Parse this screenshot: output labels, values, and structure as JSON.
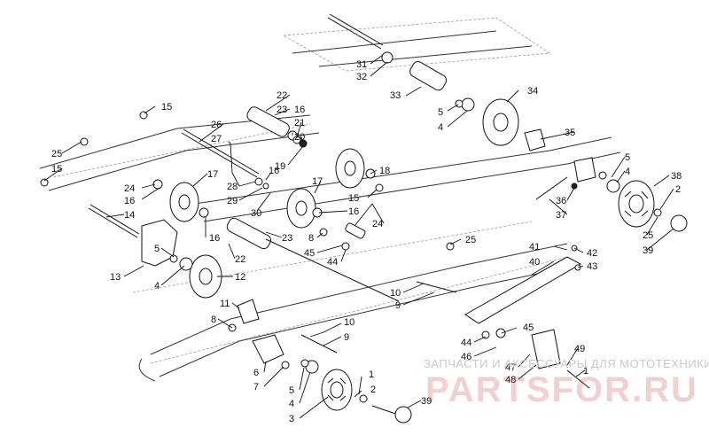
{
  "callouts": [
    {
      "id": "c31",
      "text": "31"
    },
    {
      "id": "c32",
      "text": "32"
    },
    {
      "id": "c33",
      "text": "33"
    },
    {
      "id": "c34",
      "text": "34"
    },
    {
      "id": "c5a",
      "text": "5"
    },
    {
      "id": "c4a",
      "text": "4"
    },
    {
      "id": "c22a",
      "text": "22"
    },
    {
      "id": "c23a",
      "text": "23"
    },
    {
      "id": "c16a",
      "text": "16"
    },
    {
      "id": "c21",
      "text": "21"
    },
    {
      "id": "c20",
      "text": "20"
    },
    {
      "id": "c19",
      "text": "19"
    },
    {
      "id": "c15a",
      "text": "15"
    },
    {
      "id": "c26",
      "text": "26"
    },
    {
      "id": "c27",
      "text": "27"
    },
    {
      "id": "c25a",
      "text": "25"
    },
    {
      "id": "c15b",
      "text": "15"
    },
    {
      "id": "c17a",
      "text": "17"
    },
    {
      "id": "c24a",
      "text": "24"
    },
    {
      "id": "c16b",
      "text": "16"
    },
    {
      "id": "c14",
      "text": "14"
    },
    {
      "id": "c28",
      "text": "28"
    },
    {
      "id": "c29",
      "text": "29"
    },
    {
      "id": "c16c",
      "text": "16"
    },
    {
      "id": "c30",
      "text": "30"
    },
    {
      "id": "c17b",
      "text": "17"
    },
    {
      "id": "c18",
      "text": "18"
    },
    {
      "id": "c15c",
      "text": "15"
    },
    {
      "id": "c16d",
      "text": "16"
    },
    {
      "id": "c35",
      "text": "35"
    },
    {
      "id": "c5b",
      "text": "5"
    },
    {
      "id": "c4b",
      "text": "4"
    },
    {
      "id": "c38",
      "text": "38"
    },
    {
      "id": "c2a",
      "text": "2"
    },
    {
      "id": "c36",
      "text": "36"
    },
    {
      "id": "c37",
      "text": "37"
    },
    {
      "id": "c25b",
      "text": "25"
    },
    {
      "id": "c39a",
      "text": "39"
    },
    {
      "id": "c16e",
      "text": "16"
    },
    {
      "id": "c23b",
      "text": "23"
    },
    {
      "id": "c24b",
      "text": "24"
    },
    {
      "id": "c8a",
      "text": "8"
    },
    {
      "id": "c45a",
      "text": "45"
    },
    {
      "id": "c44a",
      "text": "44"
    },
    {
      "id": "c25c",
      "text": "25"
    },
    {
      "id": "c41",
      "text": "41"
    },
    {
      "id": "c42",
      "text": "42"
    },
    {
      "id": "c40",
      "text": "40"
    },
    {
      "id": "c43",
      "text": "43"
    },
    {
      "id": "c13",
      "text": "13"
    },
    {
      "id": "c5c",
      "text": "5"
    },
    {
      "id": "c4c",
      "text": "4"
    },
    {
      "id": "c22b",
      "text": "22"
    },
    {
      "id": "c12",
      "text": "12"
    },
    {
      "id": "c11",
      "text": "11"
    },
    {
      "id": "c10a",
      "text": "10"
    },
    {
      "id": "c9a",
      "text": "9"
    },
    {
      "id": "c8b",
      "text": "8"
    },
    {
      "id": "c10b",
      "text": "10"
    },
    {
      "id": "c9b",
      "text": "9"
    },
    {
      "id": "c44b",
      "text": "44"
    },
    {
      "id": "c45b",
      "text": "45"
    },
    {
      "id": "c46",
      "text": "46"
    },
    {
      "id": "c47",
      "text": "47"
    },
    {
      "id": "c48",
      "text": "48"
    },
    {
      "id": "c49",
      "text": "49"
    },
    {
      "id": "c1a",
      "text": "1"
    },
    {
      "id": "c6",
      "text": "6"
    },
    {
      "id": "c7",
      "text": "7"
    },
    {
      "id": "c5d",
      "text": "5"
    },
    {
      "id": "c1b",
      "text": "1"
    },
    {
      "id": "c2b",
      "text": "2"
    },
    {
      "id": "c4d",
      "text": "4"
    },
    {
      "id": "c3",
      "text": "3"
    },
    {
      "id": "c39b",
      "text": "39"
    }
  ],
  "watermark": {
    "subtitle": "ЗАПЧАСТИ И АКСЕССУАРЫ ДЛЯ МОТОТЕХНИКИ",
    "brand": "PARTSFOR.RU",
    "brand_color": "#c82828"
  }
}
